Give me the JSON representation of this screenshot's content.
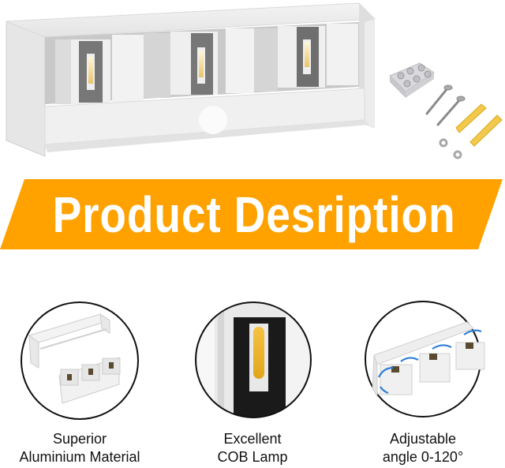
{
  "banner": {
    "title": "Product Desription",
    "color": "#FFA200",
    "text_color": "#FFFFFF"
  },
  "hero": {
    "product": "white-led-wall-lamp",
    "accessories": [
      "terminal-block",
      "screws",
      "wall-anchors",
      "washers"
    ]
  },
  "features": [
    {
      "icon": "aluminium-housing-icon",
      "line1": "Superior",
      "line2": "Aluminium Material"
    },
    {
      "icon": "cob-lamp-icon",
      "line1": "Excellent",
      "line2": "COB Lamp"
    },
    {
      "icon": "adjustable-angle-icon",
      "line1": "Adjustable",
      "line2": "angle 0-120°"
    }
  ]
}
